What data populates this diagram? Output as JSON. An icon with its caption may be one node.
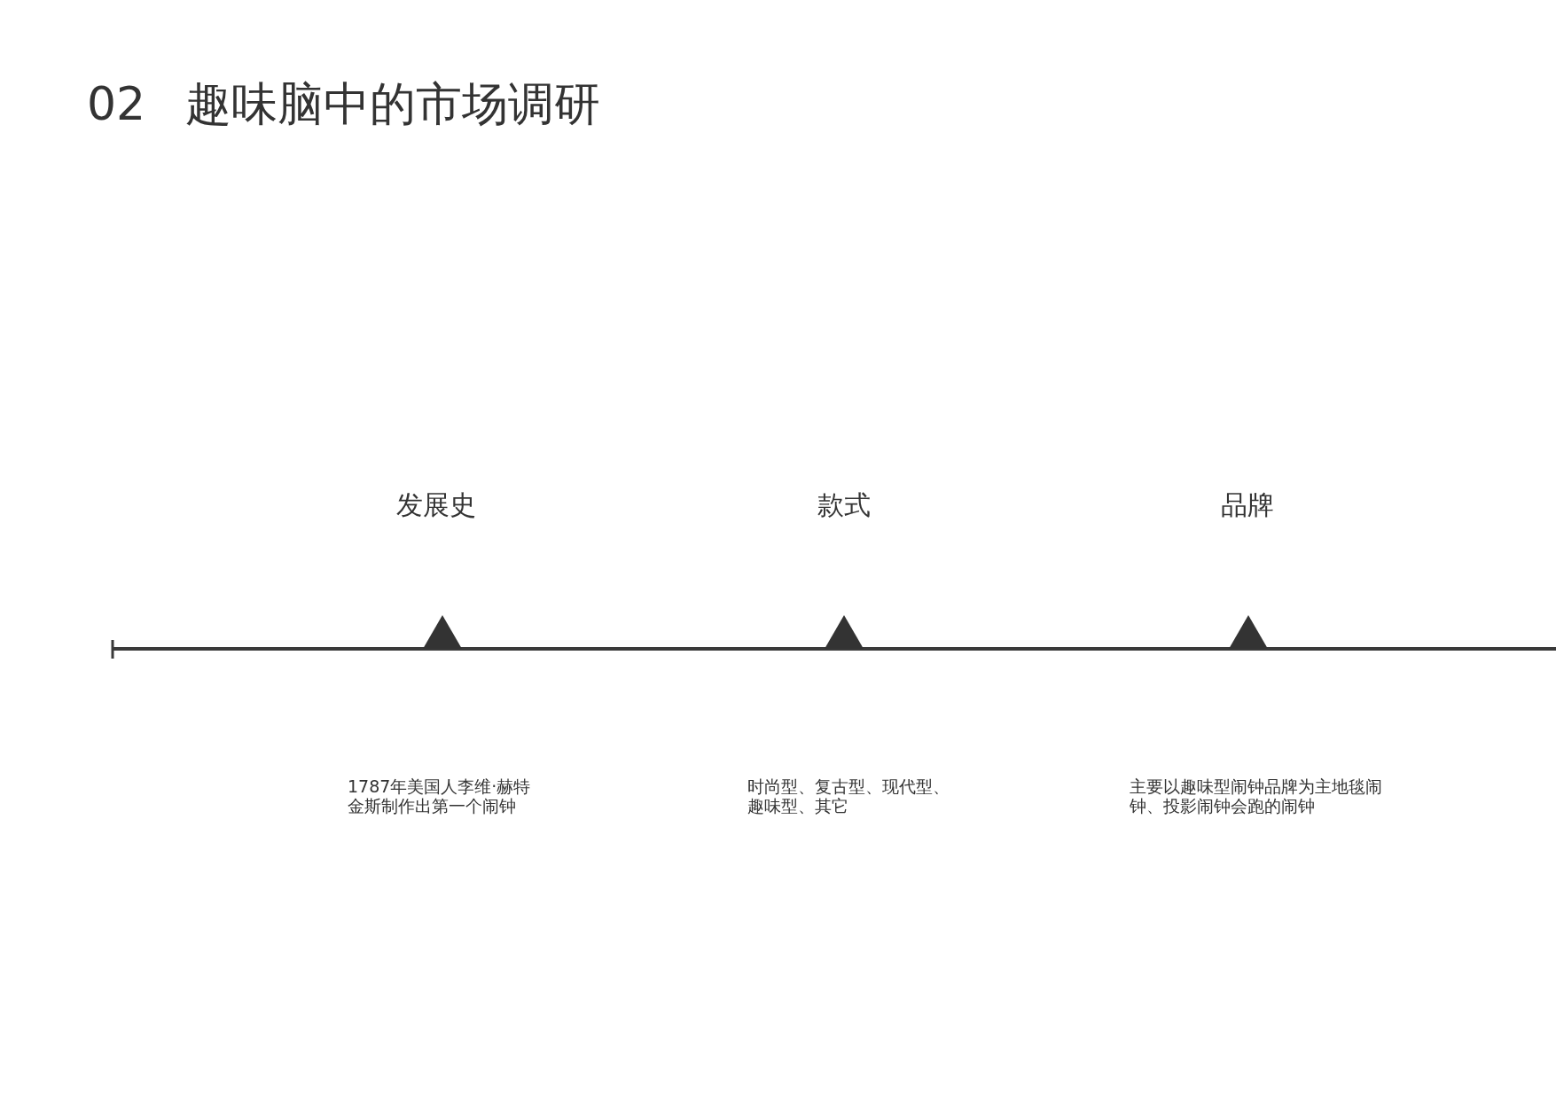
{
  "diagram": {
    "title": "02 趣味脑中的市场调研",
    "labels": [
      "发展史",
      "款式",
      "品牌",
      "1787年美国人李维·赫特金斯制作出第一个闹钟",
      "时尚型、复古型、现代型、趣味型、其它",
      "主要以趣味型闹钟品牌为主地毯闹钟、投影闹钟会跑的闹钟"
    ]
  }
}
